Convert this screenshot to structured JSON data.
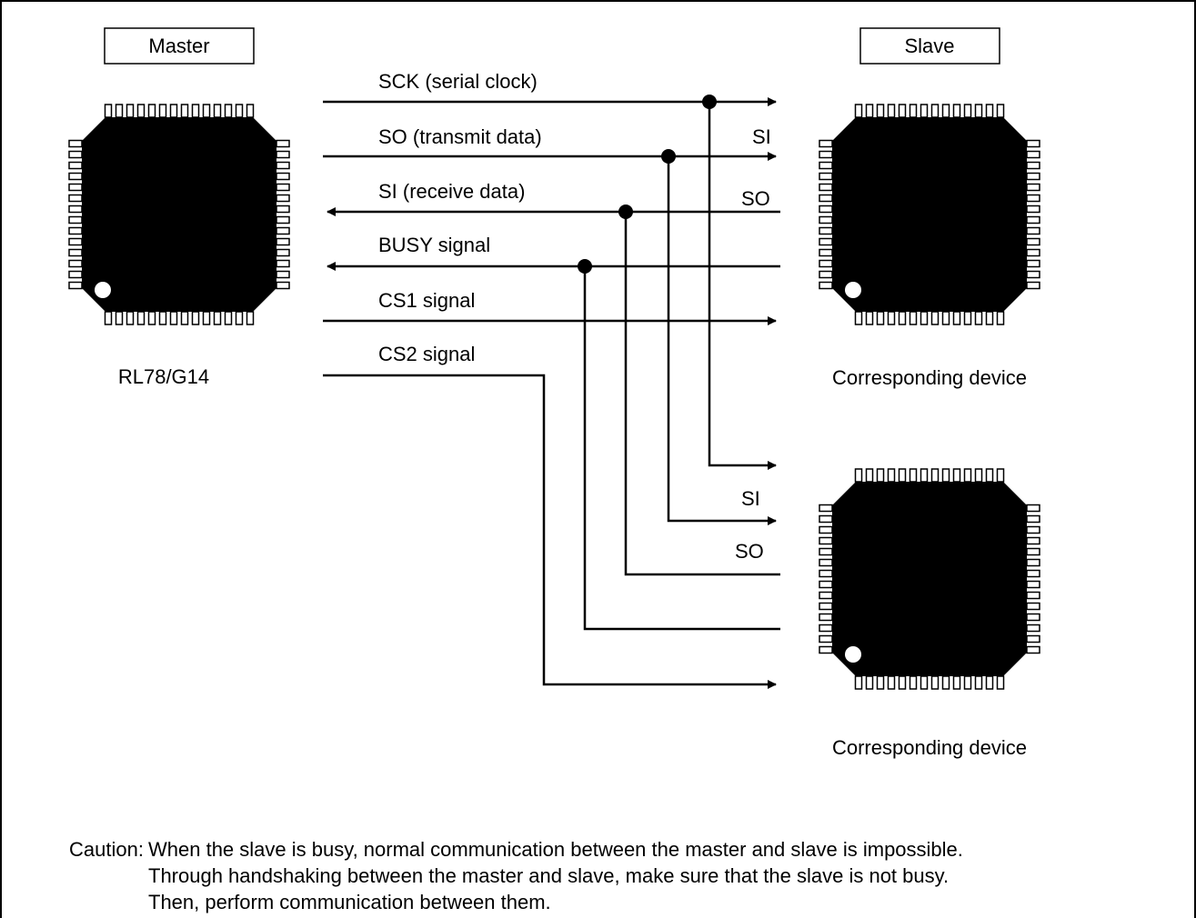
{
  "master": {
    "box_label": "Master",
    "device_name": "RL78/G14"
  },
  "slave": {
    "box_label": "Slave",
    "device_name_1": "Corresponding device",
    "device_name_2": "Corresponding device"
  },
  "signals": {
    "sck": "SCK (serial clock)",
    "so": "SO (transmit data)",
    "si": "SI (receive data)",
    "busy": "BUSY signal",
    "cs1": "CS1 signal",
    "cs2": "CS2 signal"
  },
  "pins": {
    "si_1": "SI",
    "so_1": "SO",
    "si_2": "SI",
    "so_2": "SO"
  },
  "caution": {
    "label": "Caution:",
    "line1": "When the slave is busy, normal communication between the master and slave is impossible.",
    "line2": "Through handshaking between the master and slave, make sure that the slave is not busy.",
    "line3": "Then, perform communication between them."
  }
}
